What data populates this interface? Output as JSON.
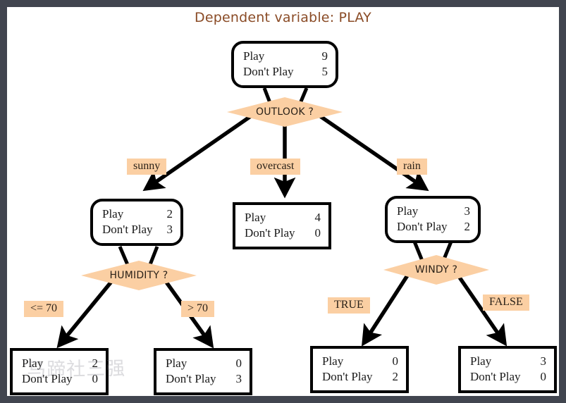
{
  "frame": {
    "border_color": "#41454f",
    "canvas_color": "#ffffff"
  },
  "title": "Dependent variable: PLAY",
  "title_color": "#8a4b26",
  "accent_color": "#fbcfa3",
  "labels": {
    "play": "Play",
    "dont_play": "Don't Play"
  },
  "tree": {
    "root": {
      "name": "root-node",
      "play": "9",
      "dont_play": "5",
      "shape": "rounded",
      "test": "OUTLOOK ?"
    },
    "branches": [
      {
        "edge_label": "sunny",
        "name": "sunny",
        "play": "2",
        "dont_play": "3",
        "shape": "rounded",
        "test": "HUMIDITY ?",
        "children": [
          {
            "edge_label": "<= 70",
            "name": "humidity-low",
            "play": "2",
            "dont_play": "0",
            "shape": "square"
          },
          {
            "edge_label": "> 70",
            "name": "humidity-high",
            "play": "0",
            "dont_play": "3",
            "shape": "square"
          }
        ]
      },
      {
        "edge_label": "overcast",
        "name": "overcast",
        "play": "4",
        "dont_play": "0",
        "shape": "square",
        "test": null,
        "children": []
      },
      {
        "edge_label": "rain",
        "name": "rain",
        "play": "3",
        "dont_play": "2",
        "shape": "rounded",
        "test": "WINDY ?",
        "children": [
          {
            "edge_label": "TRUE",
            "name": "windy-true",
            "play": "0",
            "dont_play": "2",
            "shape": "square"
          },
          {
            "edge_label": "FALSE",
            "name": "windy-false",
            "play": "3",
            "dont_play": "0",
            "shape": "square"
          }
        ]
      }
    ]
  },
  "watermark": "马蹄社三强"
}
